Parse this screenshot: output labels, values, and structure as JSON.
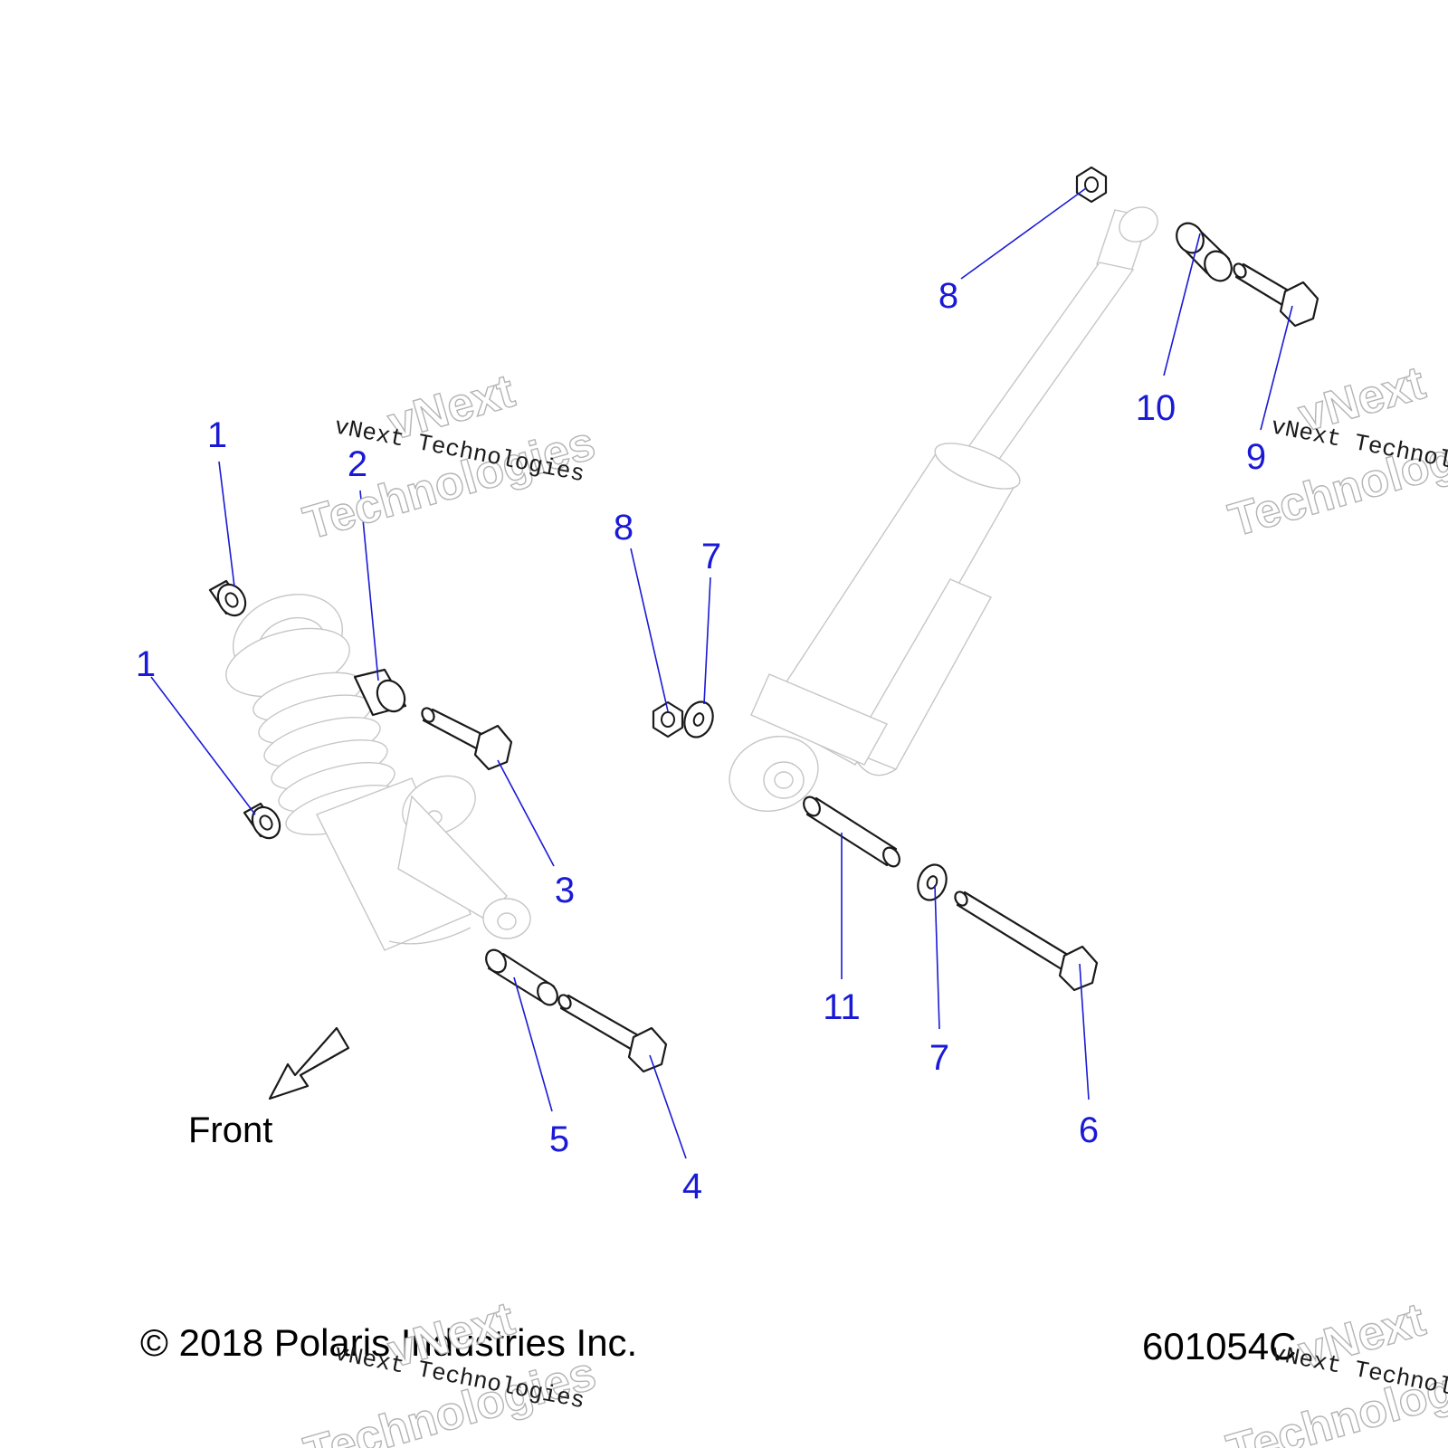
{
  "colors": {
    "callout": "#1a1ad6",
    "line": "#1a1a1a",
    "ghost": "#c6c6c6",
    "watermark_outline": "#b4b4b4"
  },
  "callouts": [
    {
      "id": "c1a",
      "label": "1"
    },
    {
      "id": "c1b",
      "label": "1"
    },
    {
      "id": "c2",
      "label": "2"
    },
    {
      "id": "c3",
      "label": "3"
    },
    {
      "id": "c4",
      "label": "4"
    },
    {
      "id": "c5",
      "label": "5"
    },
    {
      "id": "c6",
      "label": "6"
    },
    {
      "id": "c7a",
      "label": "7"
    },
    {
      "id": "c7b",
      "label": "7"
    },
    {
      "id": "c8a",
      "label": "8"
    },
    {
      "id": "c8b",
      "label": "8"
    },
    {
      "id": "c9",
      "label": "9"
    },
    {
      "id": "c10",
      "label": "10"
    },
    {
      "id": "c11",
      "label": "11"
    }
  ],
  "front_label": "Front",
  "copyright": "© 2018 Polaris Industries Inc.",
  "diagram_number": "601054C",
  "watermark": {
    "line1": "vNext",
    "line2": "Technologies",
    "small": "vNext Technologies"
  }
}
